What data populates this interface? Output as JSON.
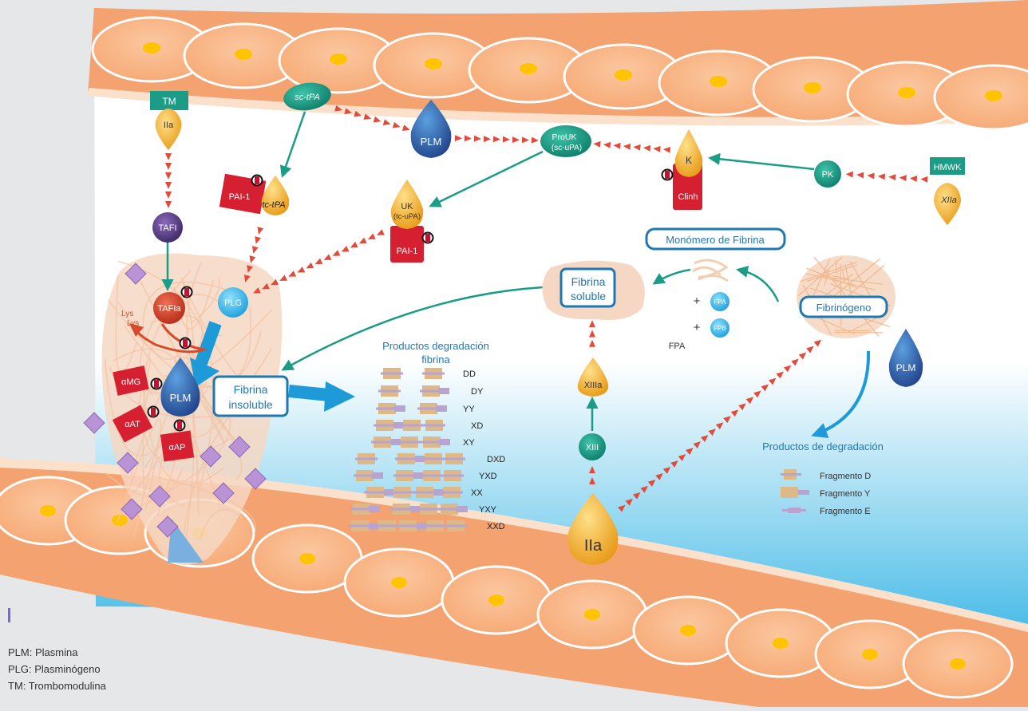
{
  "colors": {
    "vessel_wall": "#f4a26f",
    "cell_fill": "#fbbf8f",
    "cell_border": "#ffffff",
    "nucleus": "#ffc400",
    "plasma": "#ffffff",
    "plasma_blue": "#33b5e5",
    "teal": "#1a9c86",
    "drop_gold": "#f6b22e",
    "red_block": "#d71f32",
    "plm_blue": "#2b4f96",
    "label_blue": "#1f77b4",
    "red_arrow": "#e24a3b",
    "purple": "#5b3a84"
  },
  "labels": {
    "tm": "TM",
    "iia_small": "IIa",
    "sc_tpa": "sc-tPA",
    "plm_top": "PLM",
    "prouk_line1": "ProUK",
    "prouk_line2": "(sc-uPA)",
    "k": "K",
    "clinh": "Clinh",
    "pk": "PK",
    "hmwk": "HMWK",
    "xiia": "XIIa",
    "tafi": "TAFI",
    "pai1_left": "PAI-1",
    "tc_tpa": "tc-tPA",
    "uk_line1": "UK",
    "uk_line2": "(tc-uPA)",
    "pai1_mid": "PAI-1",
    "monomero": "Monómero de Fibrina",
    "fibrina_soluble_1": "Fibrina",
    "fibrina_soluble_2": "soluble",
    "plus1": "+",
    "plus2": "+",
    "fpa": "FPA",
    "fpb": "FPB",
    "fpa_text": "FPA",
    "fibrinogeno": "Fibrinógeno",
    "plm_right": "PLM",
    "productos_degradacion": "Productos de degradación",
    "fragmento_d": "Fragmento D",
    "fragmento_y": "Fragmento Y",
    "fragmento_e": "Fragmento E",
    "tafia": "TAFIa",
    "lys1": "Lys",
    "lys2": "Lys",
    "plg": "PLG",
    "amg": "αMG",
    "aat": "αAT",
    "aap": "αAP",
    "plm_clot": "PLM",
    "fibrina_insoluble_1": "Fibrina",
    "fibrina_insoluble_2": "insoluble",
    "pdf_title_1": "Productos degradación",
    "pdf_title_2": "fibrina",
    "xiiia": "XIIIa",
    "xiii": "XIII",
    "iia_big": "IIa"
  },
  "fragments": [
    "DD",
    "DY",
    "YY",
    "XD",
    "XY",
    "DXD",
    "YXD",
    "XX",
    "YXY",
    "XXD"
  ],
  "legend": [
    "PLM: Plasmina",
    "PLG: Plasminógeno",
    "TM: Trombomodulina"
  ]
}
